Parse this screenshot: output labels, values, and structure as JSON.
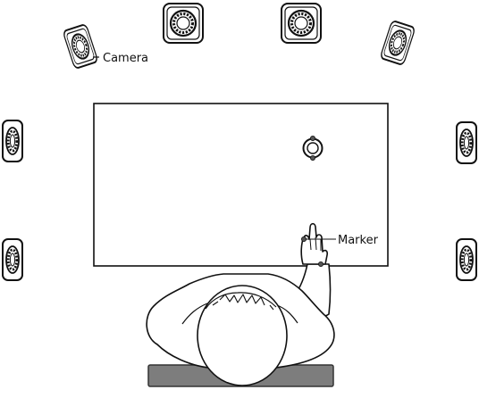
{
  "labels": {
    "camera": "Camera",
    "marker": "Marker"
  },
  "cameras": [
    {
      "id": "top-left-outer"
    },
    {
      "id": "top-left-inner"
    },
    {
      "id": "top-right-inner"
    },
    {
      "id": "top-right-outer"
    },
    {
      "id": "left-upper"
    },
    {
      "id": "left-lower"
    },
    {
      "id": "right-upper"
    },
    {
      "id": "right-lower"
    }
  ],
  "colors": {
    "stroke": "#111111",
    "desk": "#7d7d7d",
    "fill": "#ffffff"
  }
}
